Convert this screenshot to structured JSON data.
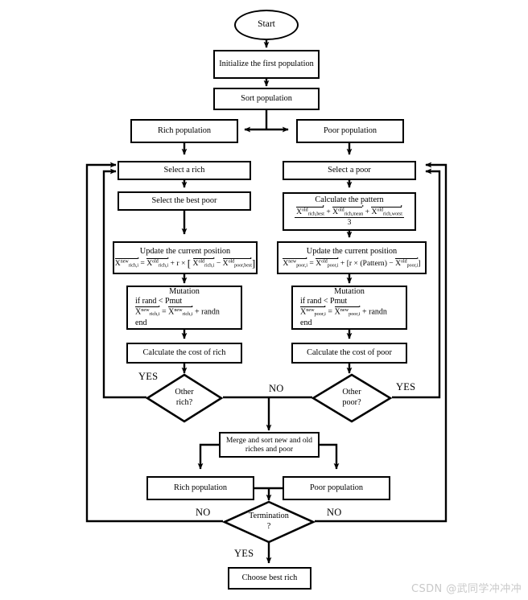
{
  "title": "Ameliorated Social Group Optimization / ICA-style flowchart",
  "nodes": {
    "start": "Start",
    "initialize": "Initialize the first population",
    "sort": "Sort population",
    "rich_population_top": "Rich population",
    "poor_population_top": "Poor population",
    "select_rich": "Select a rich",
    "select_poor": "Select a poor",
    "select_best_poor": "Select the best poor",
    "calculate_pattern_title": "Calculate the pattern",
    "update_rich_title": "Update the current position",
    "update_poor_title": "Update the current position",
    "mutation_title": "Mutation",
    "mutation_if": "if rand  < Pmut",
    "mutation_end": "end",
    "cost_rich": "Calculate the cost of rich",
    "cost_poor": "Calculate the cost of poor",
    "other_rich_l1": "Other",
    "other_rich_l2": "rich?",
    "other_poor_l1": "Other",
    "other_poor_l2": "poor?",
    "merge_l1": "Merge and sort new and old",
    "merge_l2": "riches and poor",
    "rich_population_bottom": "Rich population",
    "poor_population_bottom": "Poor population",
    "termination_l1": "Termination",
    "termination_l2": "?",
    "choose_best_rich": "Choose best rich"
  },
  "edge_labels": {
    "yes_rich": "YES",
    "no_center": "NO",
    "yes_poor": "YES",
    "no_left": "NO",
    "no_right": "NO",
    "yes_termination": "YES"
  },
  "formulas": {
    "pattern": {
      "numerator_terms": [
        "X^old_rich,best",
        "X^old_rich,mean",
        "X^old_rich,worst"
      ],
      "denominator": "3",
      "operator": "+"
    },
    "update_rich": "X^new_rich,i = X^old_rich,i + r × [ X^old_rich,i − X^old_poor,best ]",
    "update_poor": "X^new_poor,i = X^old_poor,i + [ r × (Pattern) − X^old_poor,i ]",
    "mutation_rich": "X^new_rich,i = X^new_rich,i + randn",
    "mutation_poor": "X^new_poor,i = X^new_poor,i + randn",
    "symbols": {
      "x": "X",
      "sup_new": "new",
      "sup_old": "old",
      "sub_rich_i": "rich,i",
      "sub_poor_i": "poor,i",
      "sub_rich_best": "rich,best",
      "sub_rich_mean": "rich,mean",
      "sub_rich_worst": "rich,worst",
      "sub_poor_best": "poor,best",
      "eq": "=",
      "plus": "+",
      "minus": "−",
      "times": "×",
      "r": "r",
      "randn": "randn",
      "pattern_word": "(Pattern)",
      "lbrk": "[",
      "rbrk": "]"
    }
  },
  "watermark": "CSDN @武同学冲冲冲",
  "colors": {
    "stroke": "#000000",
    "background": "#ffffff",
    "watermark": "#c9c9c9"
  }
}
